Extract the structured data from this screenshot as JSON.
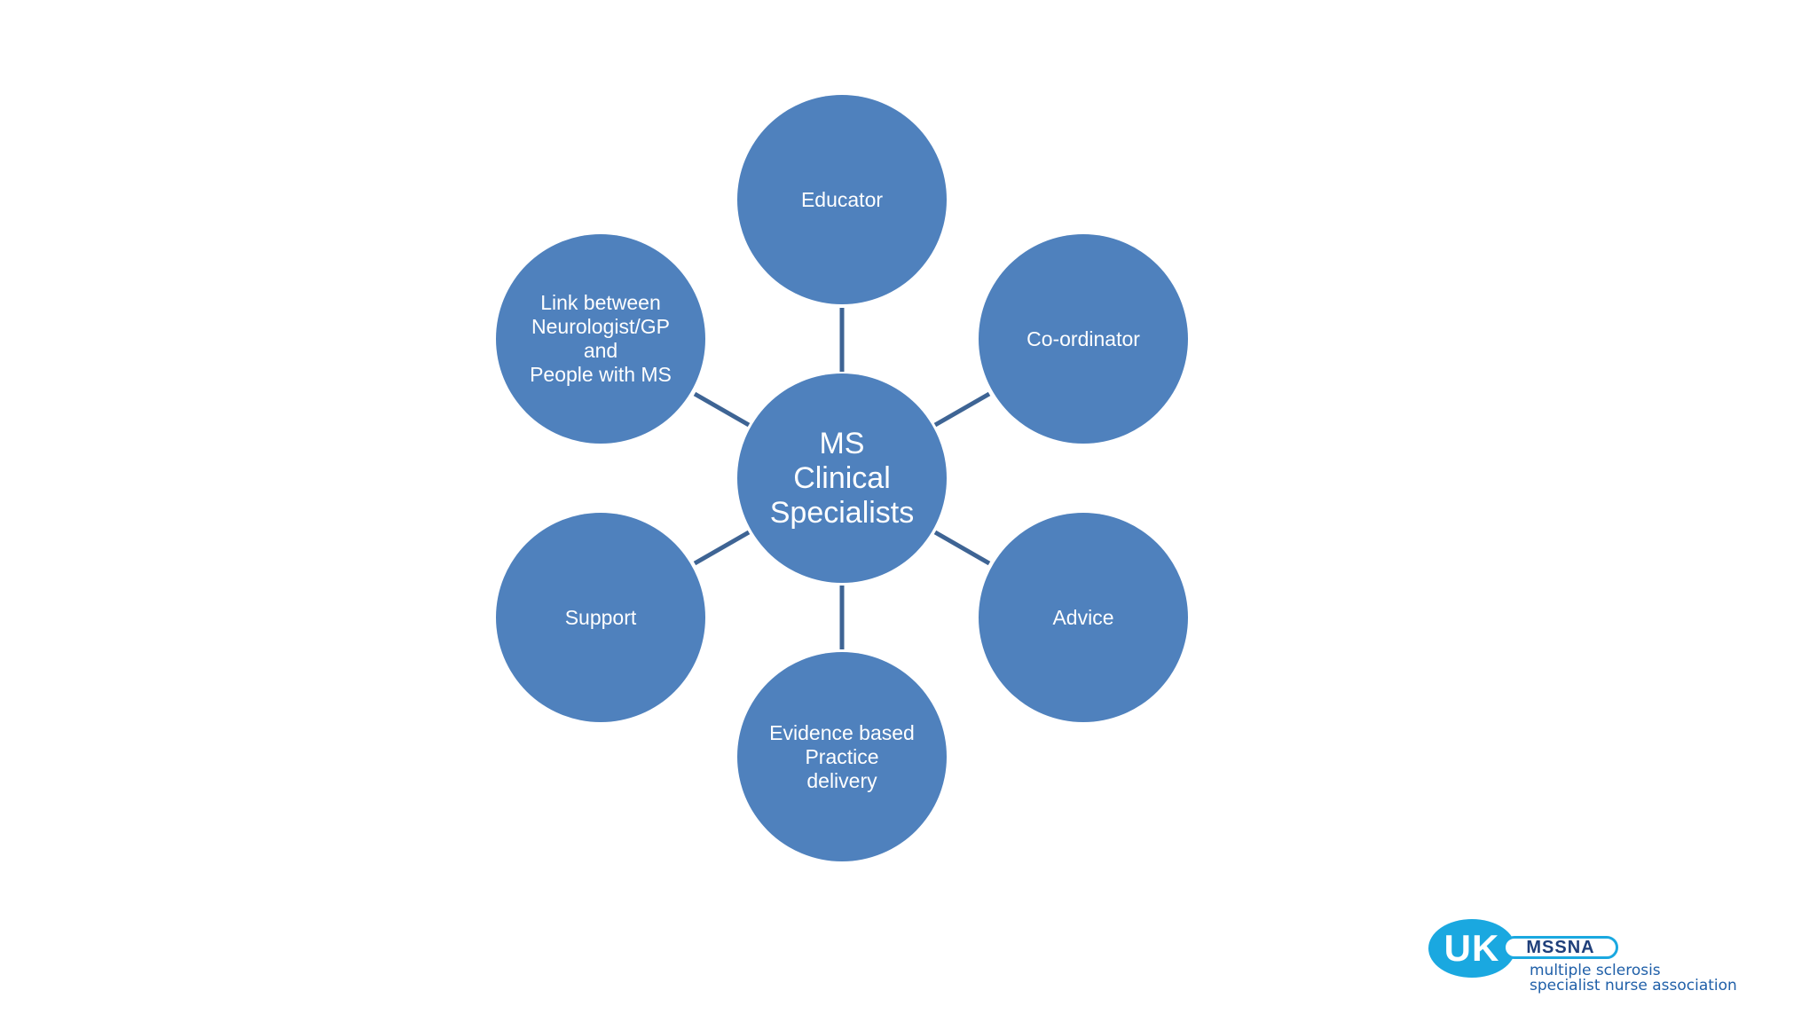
{
  "diagram": {
    "center": {
      "label": "MS\nClinical\nSpecialists"
    },
    "nodes": [
      {
        "label": "Educator"
      },
      {
        "label": "Co-ordinator"
      },
      {
        "label": "Advice"
      },
      {
        "label": "Evidence based\nPractice\ndelivery"
      },
      {
        "label": "Support"
      },
      {
        "label": "Link between\nNeurologist/GP\nand\nPeople with MS"
      }
    ],
    "colors": {
      "circle_fill": "#4f81bd",
      "connector": "#3e6494",
      "label_text": "#ffffff"
    }
  },
  "logo": {
    "badge": "UK",
    "name": "MSSNA",
    "tagline_line1": "multiple sclerosis",
    "tagline_line2": "specialist nurse association",
    "colors": {
      "badge": "#1aa8e0",
      "name": "#1f3f7a",
      "tagline": "#1f5fa8"
    }
  }
}
